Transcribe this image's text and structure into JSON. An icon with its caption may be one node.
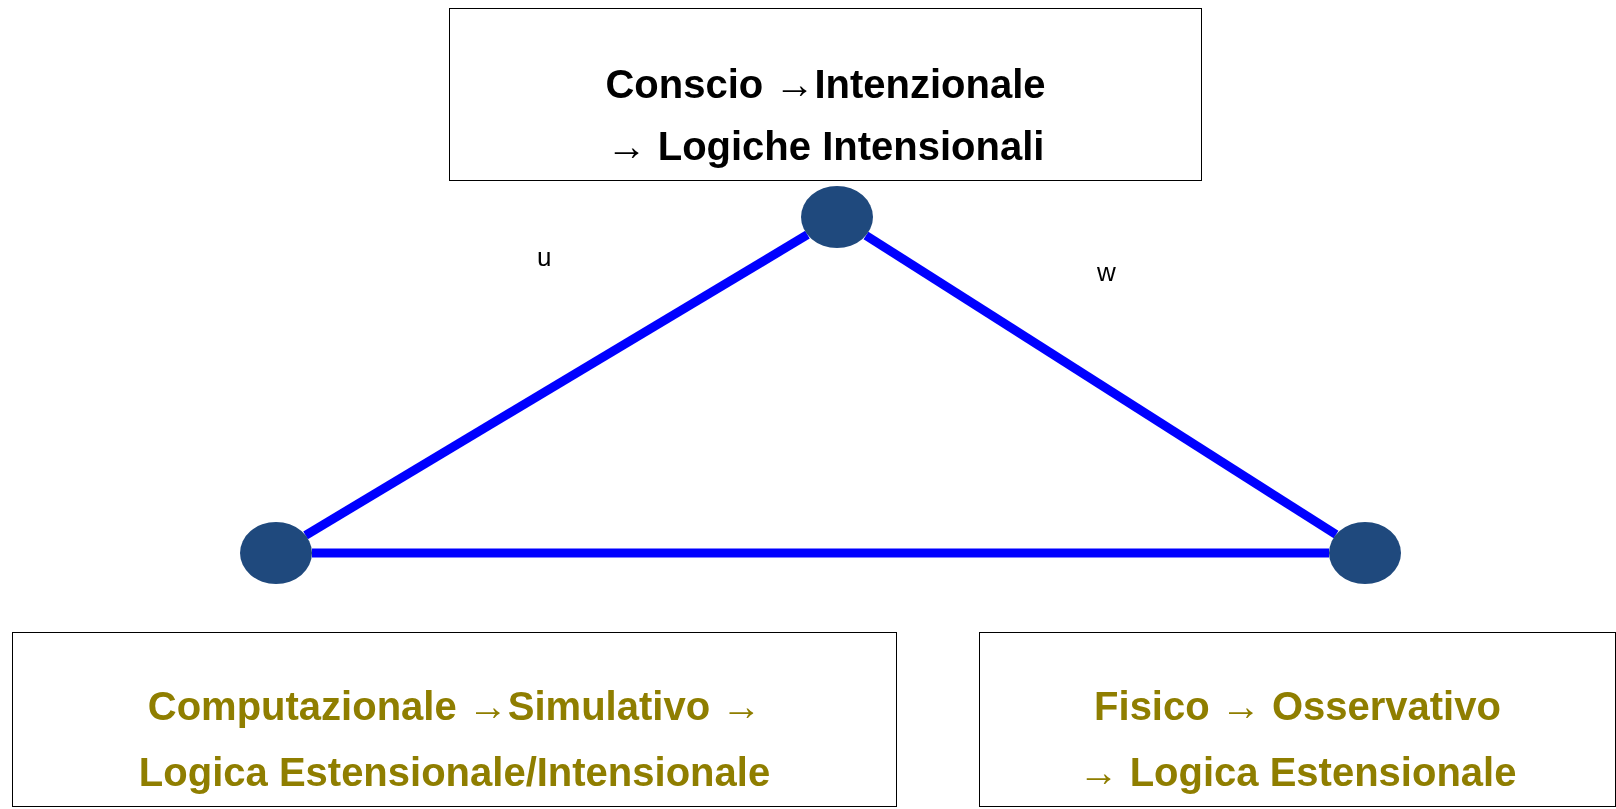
{
  "diagram": {
    "nodes": [
      {
        "text": [
          "Conscio →Intenzionale → Logiche Intensionali"
        ]
      },
      {
        "text": [],
        "shape": "circle"
      },
      {
        "text": [],
        "shape": "circle"
      },
      {
        "text": [],
        "shape": "circle"
      },
      {
        "text": [
          "Computazionale →Simulativo → Logica Estensionale/Intensionale"
        ]
      },
      {
        "text": [
          "Fisico → Osservativo → Logica Estensionale"
        ]
      }
    ],
    "edges": [
      {
        "from": 1,
        "to": 2,
        "arrow": "none",
        "label": "u"
      },
      {
        "from": 1,
        "to": 3,
        "arrow": "none",
        "label": "w"
      },
      {
        "from": 2,
        "to": 3,
        "arrow": "none"
      }
    ]
  }
}
